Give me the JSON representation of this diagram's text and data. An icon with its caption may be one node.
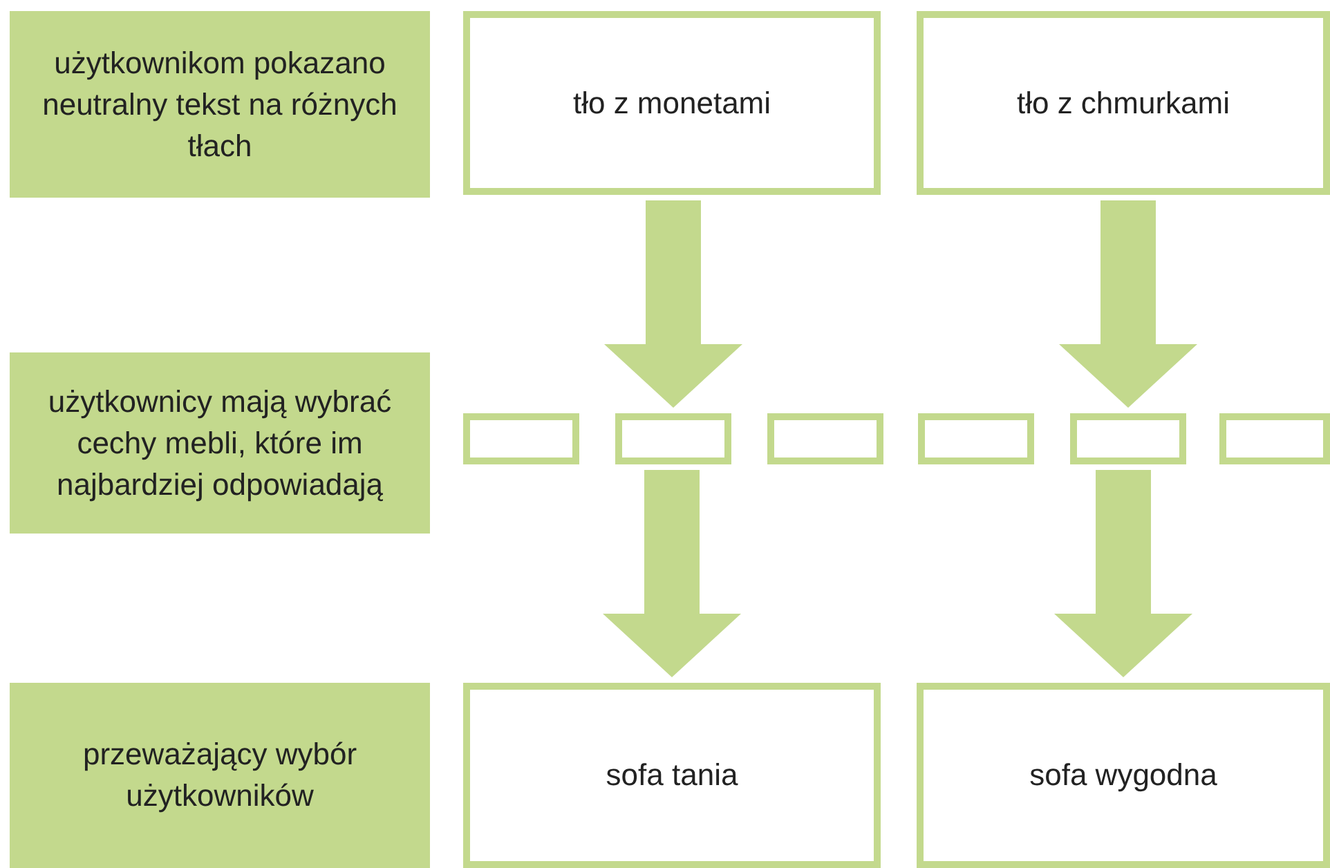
{
  "diagram": {
    "nodes": [
      {
        "text": [
          "użytkownikom pokazano neutralny tekst na różnych tłach"
        ]
      },
      {
        "text": [
          "tło z monetami"
        ]
      },
      {
        "text": [
          "tło z chmurkami"
        ]
      },
      {
        "text": [
          "użytkownicy mają wybrać cechy mebli, które im najbardziej odpowiadają"
        ]
      },
      {
        "text": [],
        "shape": "box"
      },
      {
        "text": [],
        "shape": "box"
      },
      {
        "text": [],
        "shape": "box"
      },
      {
        "text": [],
        "shape": "box"
      },
      {
        "text": [],
        "shape": "box"
      },
      {
        "text": [],
        "shape": "box"
      },
      {
        "text": [
          "przeważający wybór użytkowników"
        ]
      },
      {
        "text": [
          "sofa tania"
        ]
      },
      {
        "text": [
          "sofa wygodna"
        ]
      }
    ],
    "edges": [
      {
        "from": 1,
        "to": 5,
        "arrow": "to"
      },
      {
        "from": 5,
        "to": 11,
        "arrow": "to"
      },
      {
        "from": 2,
        "to": 8,
        "arrow": "to"
      },
      {
        "from": 8,
        "to": 12,
        "arrow": "to"
      }
    ]
  }
}
